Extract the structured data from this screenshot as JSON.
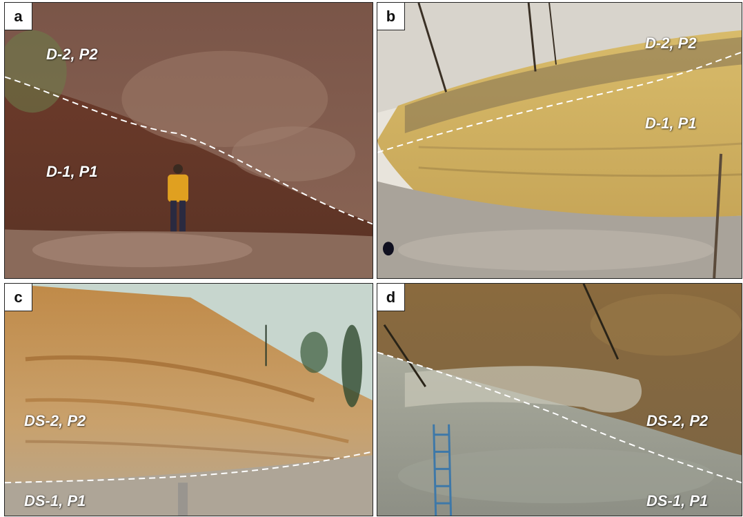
{
  "panels": {
    "a": {
      "letter": "a",
      "upper_unit": "D-2, P2",
      "lower_unit": "D-1, P1"
    },
    "b": {
      "letter": "b",
      "upper_unit": "D-2, P2",
      "lower_unit": "D-1, P1"
    },
    "c": {
      "letter": "c",
      "upper_unit": "DS-2, P2",
      "lower_unit": "DS-1, P1"
    },
    "d": {
      "letter": "d",
      "upper_unit": "DS-2, P2",
      "lower_unit": "DS-1, P1"
    }
  },
  "colors": {
    "boundary_line": "#ffffff",
    "label_text": "#ffffff",
    "badge_bg": "#ffffff"
  }
}
